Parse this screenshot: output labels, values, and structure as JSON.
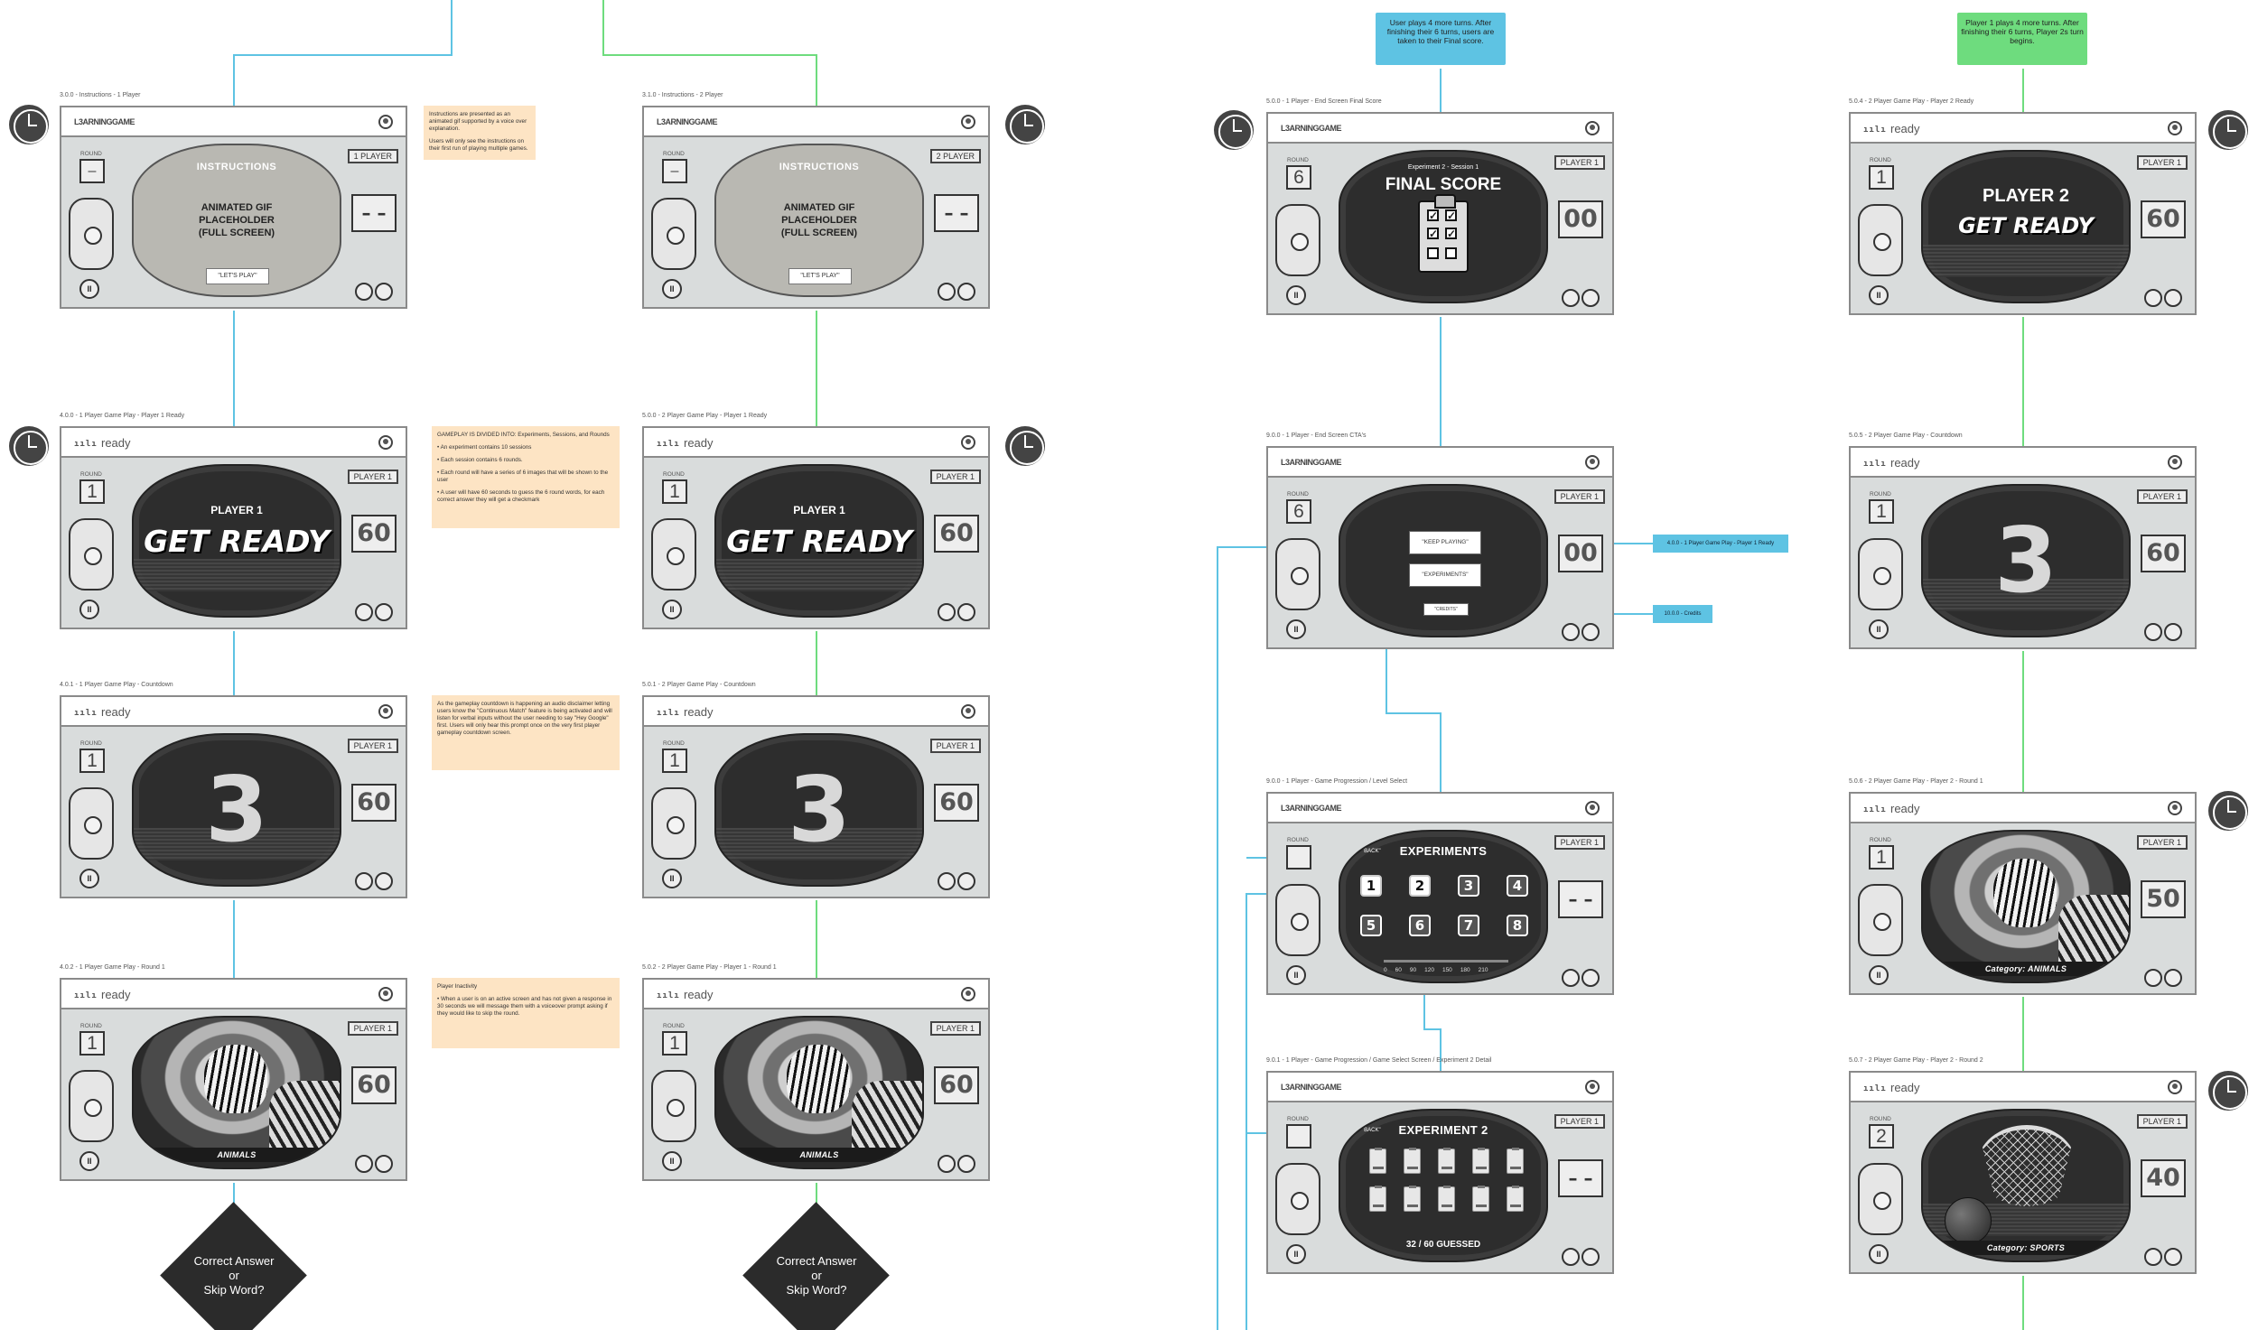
{
  "app": {
    "logo_text": "L3ARNINGGAME",
    "ready_label": "ready",
    "bars_glyph": "ıılı"
  },
  "frames": [
    {
      "id": "f1",
      "title": "3.0.0 - Instructions - 1 Player",
      "header": "logo",
      "round_label": "ROUND",
      "round": "–",
      "player": "1 PLAYER",
      "score": "– –",
      "screen": "instructions"
    },
    {
      "id": "f2",
      "title": "3.1.0 - Instructions - 2 Player",
      "header": "logo",
      "round_label": "ROUND",
      "round": "–",
      "player": "2 PLAYER",
      "score": "– –",
      "screen": "instructions"
    },
    {
      "id": "f3",
      "title": "4.0.0 - 1 Player Game Play - Player 1 Ready",
      "header": "ready",
      "round_label": "ROUND",
      "round": "1",
      "player": "PLAYER 1",
      "score": "60",
      "screen": "getready",
      "line1": "PLAYER 1",
      "line2": "GET READY"
    },
    {
      "id": "f4",
      "title": "5.0.0 - 2 Player Game Play - Player 1 Ready",
      "header": "ready",
      "round_label": "ROUND",
      "round": "1",
      "player": "PLAYER 1",
      "score": "60",
      "screen": "getready",
      "line1": "PLAYER 1",
      "line2": "GET READY"
    },
    {
      "id": "f5",
      "title": "4.0.1 - 1 Player Game Play - Countdown",
      "header": "ready",
      "round_label": "ROUND",
      "round": "1",
      "player": "PLAYER 1",
      "score": "60",
      "screen": "countdown",
      "number": "3"
    },
    {
      "id": "f6",
      "title": "5.0.1 - 2 Player Game Play - Countdown",
      "header": "ready",
      "round_label": "ROUND",
      "round": "1",
      "player": "PLAYER 1",
      "score": "60",
      "screen": "countdown",
      "number": "3"
    },
    {
      "id": "f7",
      "title": "4.0.2 - 1 Player Game Play - Round 1",
      "header": "ready",
      "round_label": "ROUND",
      "round": "1",
      "player": "PLAYER 1",
      "score": "60",
      "screen": "tiger",
      "category": "ANIMALS"
    },
    {
      "id": "f8",
      "title": "5.0.2 - 2 Player Game Play - Player 1 - Round 1",
      "header": "ready",
      "round_label": "ROUND",
      "round": "1",
      "player": "PLAYER 1",
      "score": "60",
      "screen": "tiger",
      "category": "ANIMALS"
    },
    {
      "id": "f9",
      "title": "5.0.0 - 1 Player - End Screen Final Score",
      "header": "logo",
      "round_label": "ROUND",
      "round": "6",
      "player": "PLAYER 1",
      "score": "00",
      "screen": "finalscore",
      "subtitle": "Experiment 2 - Session 1",
      "heading": "FINAL SCORE"
    },
    {
      "id": "f10",
      "title": "5.0.4 - 2 Player Game Play - Player 2 Ready",
      "header": "ready",
      "round_label": "ROUND",
      "round": "1",
      "player": "PLAYER 1",
      "score": "60",
      "screen": "getready2",
      "line1": "PLAYER 2",
      "line2": "GET READY"
    },
    {
      "id": "f11",
      "title": "9.0.0 - 1 Player - End Screen CTA's",
      "header": "logo",
      "round_label": "ROUND",
      "round": "6",
      "player": "PLAYER 1",
      "score": "00",
      "screen": "cta",
      "btn1": "\"KEEP PLAYING\"",
      "btn2": "\"EXPERIMENTS\"",
      "btn3": "\"CREDITS\""
    },
    {
      "id": "f12",
      "title": "5.0.5 - 2 Player Game Play - Countdown",
      "header": "ready",
      "round_label": "ROUND",
      "round": "1",
      "player": "PLAYER 1",
      "score": "60",
      "screen": "countdown",
      "number": "3"
    },
    {
      "id": "f13",
      "title": "9.0.0 - 1 Player - Game Progression / Level Select",
      "header": "logo",
      "round_label": "ROUND",
      "round": "",
      "player": "PLAYER 1",
      "score": "– –",
      "screen": "levels",
      "heading": "EXPERIMENTS",
      "back": "\"BACK\"",
      "levels": [
        "1",
        "2",
        "3",
        "4",
        "5",
        "6",
        "7",
        "8"
      ],
      "ticks": [
        "0",
        "60",
        "90",
        "120",
        "150",
        "180",
        "210"
      ]
    },
    {
      "id": "f14",
      "title": "5.0.6 - 2 Player Game Play - Player 2 - Round 1",
      "header": "ready",
      "round_label": "ROUND",
      "round": "1",
      "player": "PLAYER 1",
      "score": "50",
      "screen": "tiger",
      "category": "Category: ANIMALS"
    },
    {
      "id": "f15",
      "title": "9.0.1 - 1 Player - Game Progression / Game Select Screen / Experiment 2 Detail",
      "header": "logo",
      "round_label": "ROUND",
      "round": "",
      "player": "PLAYER 1",
      "score": "– –",
      "screen": "detail",
      "heading": "EXPERIMENT 2",
      "back": "\"BACK\"",
      "guessed": "32 / 60 GUESSED"
    },
    {
      "id": "f16",
      "title": "5.0.7 - 2 Player Game Play - Player 2 - Round 2",
      "header": "ready",
      "round_label": "ROUND",
      "round": "2",
      "player": "PLAYER 1",
      "score": "40",
      "screen": "sports",
      "category": "Category: SPORTS"
    }
  ],
  "instructions_screen": {
    "heading": "INSTRUCTIONS",
    "placeholder": "ANIMATED GIF\nPLACEHOLDER\n(FULL SCREEN)",
    "button": "\"LET'S PLAY\""
  },
  "notes": {
    "n1": [
      "Instructions are presented as an animated gif supported by a voice over explanation.",
      "Users will only see the instructions on their first run of playing multiple games."
    ],
    "n2": [
      "GAMEPLAY IS DIVIDED INTO: Experiments, Sessions, and Rounds",
      "• An experiment contains 10 sessions",
      "• Each session contains 6 rounds.",
      "• Each round will have a series of 6 images that will be shown to the user",
      "• A user will have 60 seconds to guess the 6 round words, for each correct answer they will get a checkmark"
    ],
    "n3": [
      "As the gameplay countdown is happening an audio disclaimer letting users know the \"Continuous Match\" feature is being activated and will listen for verbal inputs without the user needing to say \"Hey Google\" first. Users will only hear this prompt once on the very first player gameplay countdown screen."
    ],
    "n4": [
      "Player Inactivity",
      "• When a user is on an active screen and has not given a response in 30 seconds we will message them with a voiceover prompt asking if they would like to skip the round."
    ]
  },
  "callouts": {
    "blue": "User plays 4 more turns. After finishing their 6 turns, users are taken to their Final score.",
    "green": "Player 1 plays 4 more turns. After finishing their 6 turns, Player 2s turn begins."
  },
  "tags": {
    "t1": "4.0.0 - 1 Player Game Play - Player 1 Ready",
    "t2": "10.0.0 - Credits"
  },
  "decisions": {
    "d1": "Correct Answer\nor\nSkip Word?",
    "d2": "Correct Answer\nor\nSkip Word?"
  },
  "colors": {
    "blue_line": "#5ec3e3",
    "green_line": "#6edc7e",
    "note_bg": "#fde4c4"
  }
}
